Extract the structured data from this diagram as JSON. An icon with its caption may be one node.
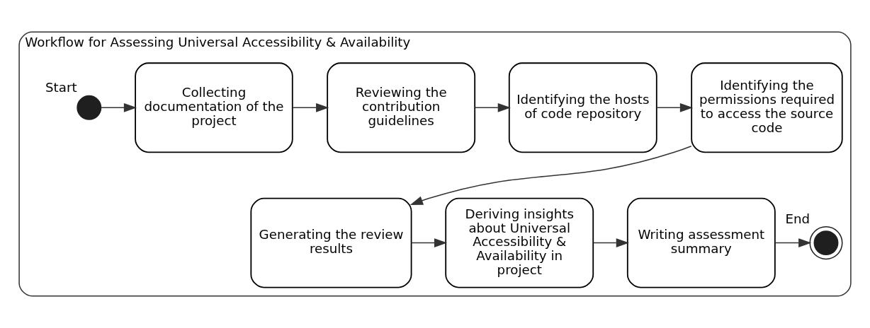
{
  "diagram": {
    "nodes": [
      {
        "text": [
          "Workflow for Assessing Universal Accessibility & Availability"
        ]
      },
      {
        "text": [],
        "shape": "circle",
        "beside": [
          "Start"
        ],
        "in": 0
      },
      {
        "text": [
          "Collecting documentation of the project"
        ],
        "in": 0
      },
      {
        "text": [
          "Reviewing the contribution guidelines"
        ],
        "in": 0
      },
      {
        "text": [
          "Identifying the hosts of code repository"
        ],
        "in": 0
      },
      {
        "text": [
          "Identifying the permissions required to access the source code"
        ],
        "in": 0
      },
      {
        "text": [
          "Generating the review results"
        ],
        "in": 0
      },
      {
        "text": [
          "Deriving insights about Universal Accessibility & Availability in project"
        ],
        "in": 0
      },
      {
        "text": [
          "Writing assessment summary"
        ],
        "in": 0
      },
      {
        "text": [],
        "shape": "circle",
        "beside": [
          "End"
        ],
        "in": 0
      }
    ],
    "edges": [
      {
        "from": 1,
        "to": 2,
        "arrow": "to"
      },
      {
        "from": 2,
        "to": 3,
        "arrow": "to"
      },
      {
        "from": 3,
        "to": 4,
        "arrow": "to"
      },
      {
        "from": 4,
        "to": 5,
        "arrow": "to"
      },
      {
        "from": 5,
        "to": 6,
        "arrow": "to"
      },
      {
        "from": 6,
        "to": 7,
        "arrow": "to"
      },
      {
        "from": 7,
        "to": 8,
        "arrow": "to"
      },
      {
        "from": 8,
        "to": 9,
        "arrow": "to"
      }
    ]
  }
}
